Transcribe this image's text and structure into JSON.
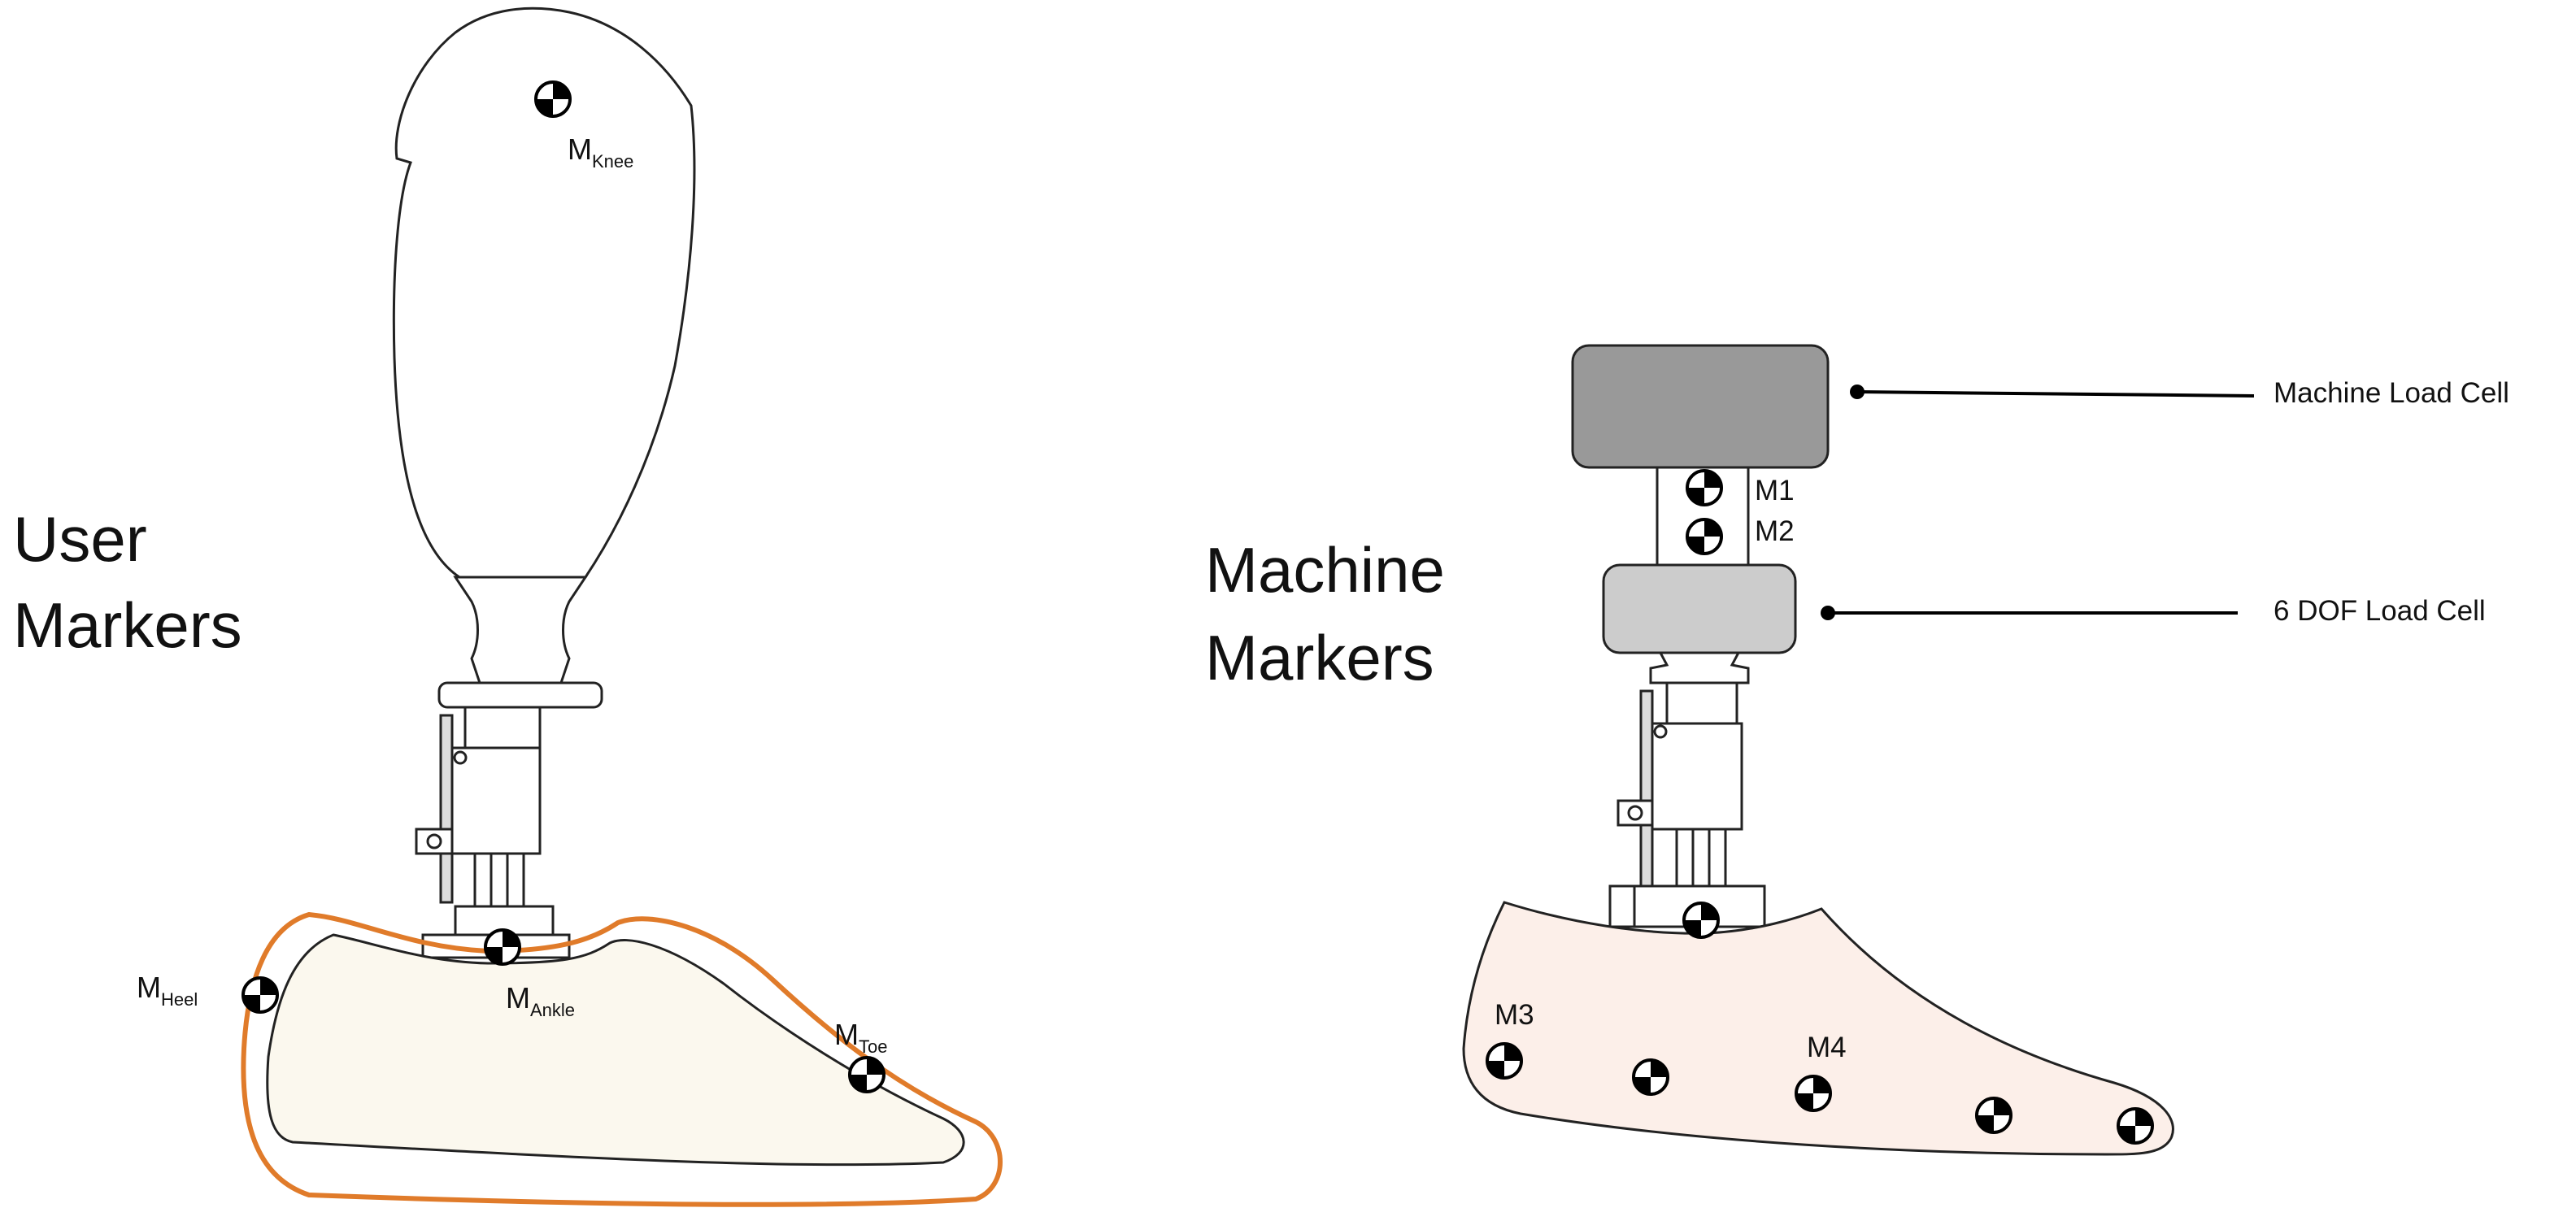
{
  "left_panel": {
    "title_line1": "User",
    "title_line2": "Markers",
    "markers": {
      "knee": {
        "m": "M",
        "sub": "Knee"
      },
      "heel": {
        "m": "M",
        "sub": "Heel"
      },
      "ankle": {
        "m": "M",
        "sub": "Ankle"
      },
      "toe": {
        "m": "M",
        "sub": "Toe"
      }
    }
  },
  "right_panel": {
    "title_line1": "Machine",
    "title_line2": "Markers",
    "machine_load_cell_label": "Machine Load Cell",
    "six_dof_load_cell_label": "6 DOF Load Cell",
    "markers": {
      "m1": "M1",
      "m2": "M2",
      "m3": "M3",
      "m4": "M4"
    }
  },
  "colors": {
    "foot_shell_orange": "#e07b2a",
    "user_foot_fill": "#fbf8ee",
    "machine_foot_fill": "#fcefe9",
    "machine_load_cell": "#999999",
    "six_dof_load_cell": "#cccccc"
  }
}
